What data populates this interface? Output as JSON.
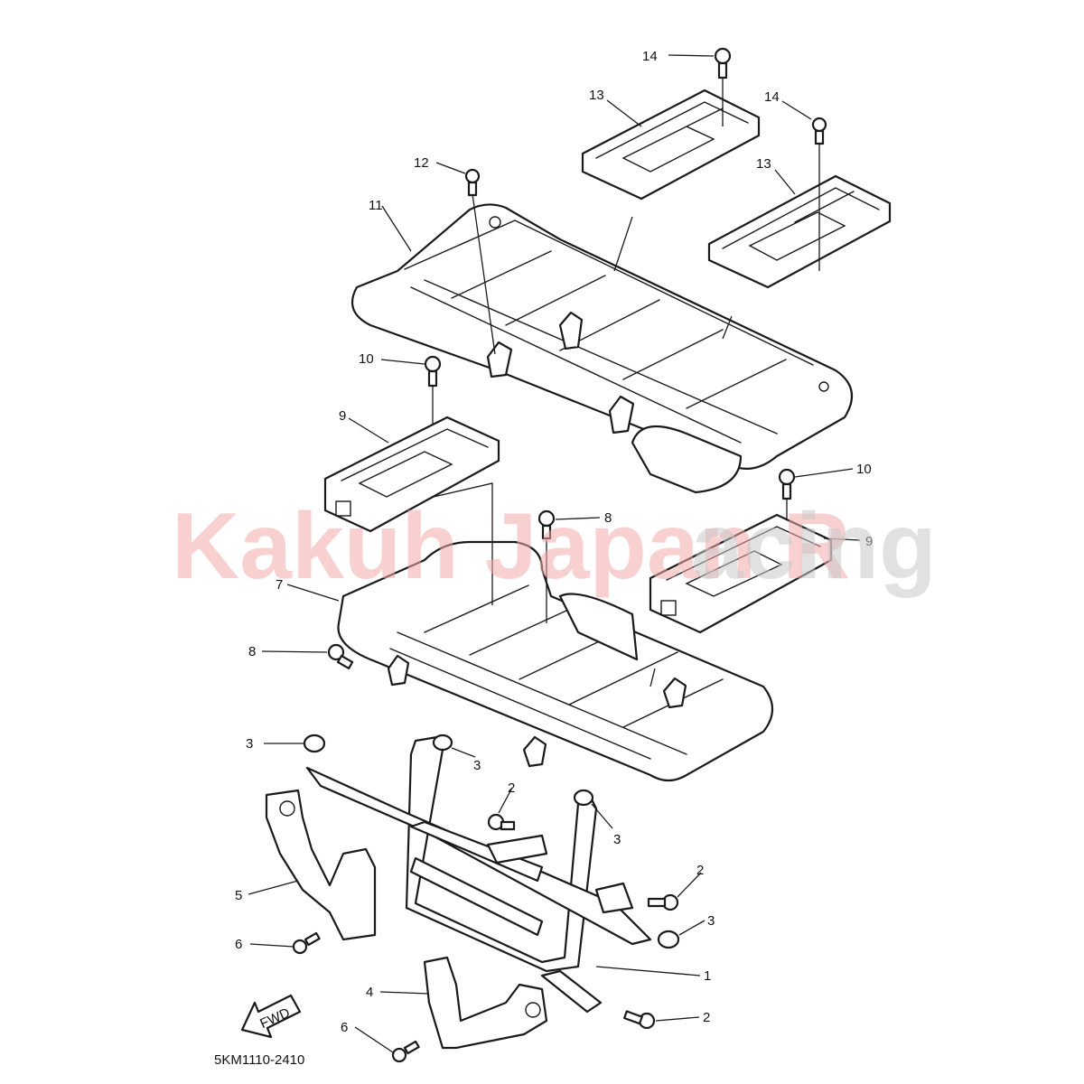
{
  "diagram": {
    "catalog_code": "5KM1110-2410",
    "fwd_label": "FWD",
    "callouts": {
      "c1": "1",
      "c2a": "2",
      "c2b": "2",
      "c2c": "2",
      "c3a": "3",
      "c3b": "3",
      "c3c": "3",
      "c3d": "3",
      "c4": "4",
      "c5": "5",
      "c6a": "6",
      "c6b": "6",
      "c7": "7",
      "c8a": "8",
      "c8b": "8",
      "c9a": "9",
      "c9b": "9",
      "c10a": "10",
      "c10b": "10",
      "c11": "11",
      "c12": "12",
      "c13a": "13",
      "c13b": "13",
      "c14a": "14",
      "c14b": "14"
    }
  },
  "watermark": {
    "part1": "Kakuh Japan R",
    "part2": "acing"
  },
  "colors": {
    "line": "#1a1a1a",
    "watermark_red": "#f2a9a9",
    "watermark_grey": "#c9c9c9"
  }
}
